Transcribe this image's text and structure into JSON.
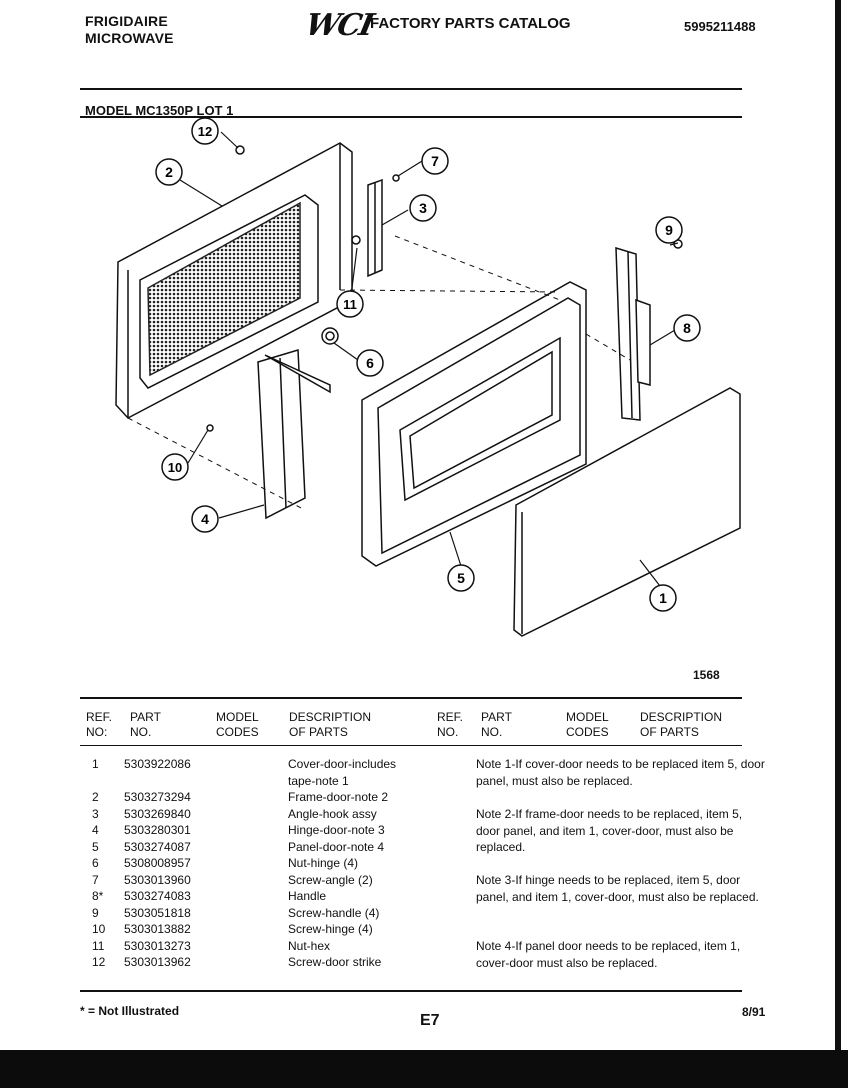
{
  "header": {
    "brand_line1": "FRIGIDAIRE",
    "brand_line2": "MICROWAVE",
    "logo": "WCI",
    "catalog_title": "FACTORY PARTS CATALOG",
    "catalog_number": "5995211488"
  },
  "model_line": "MODEL MC1350P LOT 1",
  "diagram": {
    "callouts": [
      "1",
      "2",
      "3",
      "4",
      "5",
      "6",
      "7",
      "8",
      "9",
      "10",
      "11",
      "12"
    ],
    "figure_id": "1568"
  },
  "table": {
    "headers": {
      "ref_no": [
        "REF.",
        "NO:"
      ],
      "part_no": [
        "PART",
        "NO."
      ],
      "model_codes": [
        "MODEL",
        "CODES"
      ],
      "description": [
        "DESCRIPTION",
        "OF PARTS"
      ],
      "right_ref_no": [
        "REF.",
        "NO."
      ],
      "right_part_no": [
        "PART",
        "NO."
      ],
      "right_model_codes": [
        "MODEL",
        "CODES"
      ],
      "right_description": [
        "DESCRIPTION",
        "OF PARTS"
      ]
    },
    "rows": [
      {
        "ref": "1",
        "part": "5303922086",
        "desc": "Cover-door-includes"
      },
      {
        "ref": "",
        "part": "",
        "desc": "tape-note 1"
      },
      {
        "ref": "2",
        "part": "5303273294",
        "desc": "Frame-door-note 2"
      },
      {
        "ref": "3",
        "part": "5303269840",
        "desc": "Angle-hook assy"
      },
      {
        "ref": "4",
        "part": "5303280301",
        "desc": "Hinge-door-note 3"
      },
      {
        "ref": "5",
        "part": "5303274087",
        "desc": "Panel-door-note 4"
      },
      {
        "ref": "6",
        "part": "5308008957",
        "desc": "Nut-hinge (4)"
      },
      {
        "ref": "7",
        "part": "5303013960",
        "desc": "Screw-angle (2)"
      },
      {
        "ref": "8*",
        "part": "5303274083",
        "desc": "Handle"
      },
      {
        "ref": "9",
        "part": "5303051818",
        "desc": "Screw-handle (4)"
      },
      {
        "ref": "10",
        "part": "5303013882",
        "desc": "Screw-hinge (4)"
      },
      {
        "ref": "11",
        "part": "5303013273",
        "desc": "Nut-hex"
      },
      {
        "ref": "12",
        "part": "5303013962",
        "desc": "Screw-door strike"
      }
    ],
    "notes": [
      "Note 1-If cover-door needs to be replaced item 5, door panel, must also be replaced.",
      "Note 2-If frame-door needs to be replaced, item 5, door panel, and item 1, cover-door, must also be replaced.",
      "Note 3-If hinge needs to be replaced, item 5, door panel, and item 1, cover-door, must also be replaced.",
      "Note 4-If panel door needs to be replaced, item 1, cover-door must also be replaced."
    ]
  },
  "footer": {
    "legend": "* = Not Illustrated",
    "page": "E7",
    "date": "8/91"
  }
}
